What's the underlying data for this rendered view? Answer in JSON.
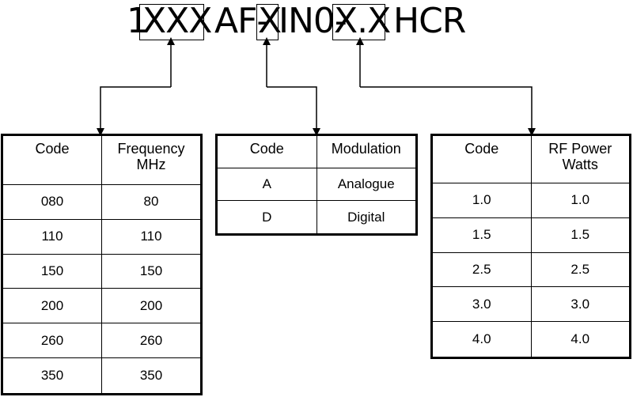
{
  "title": {
    "part1": "1",
    "box1": "XXX",
    "part2": " AF-",
    "box2": "X",
    "part3": "IN0-",
    "box3": "X.X",
    "part4": " HCR"
  },
  "frequency_table": {
    "headers": [
      "Code",
      "Frequency\nMHz"
    ],
    "rows": [
      [
        "080",
        "80"
      ],
      [
        "110",
        "110"
      ],
      [
        "150",
        "150"
      ],
      [
        "200",
        "200"
      ],
      [
        "260",
        "260"
      ],
      [
        "350",
        "350"
      ]
    ]
  },
  "modulation_table": {
    "headers": [
      "Code",
      "Modulation"
    ],
    "rows": [
      [
        "A",
        "Analogue"
      ],
      [
        "D",
        "Digital"
      ]
    ]
  },
  "power_table": {
    "headers": [
      "Code",
      "RF Power\nWatts"
    ],
    "rows": [
      [
        "1.0",
        "1.0"
      ],
      [
        "1.5",
        "1.5"
      ],
      [
        "2.5",
        "2.5"
      ],
      [
        "3.0",
        "3.0"
      ],
      [
        "4.0",
        "4.0"
      ]
    ]
  }
}
